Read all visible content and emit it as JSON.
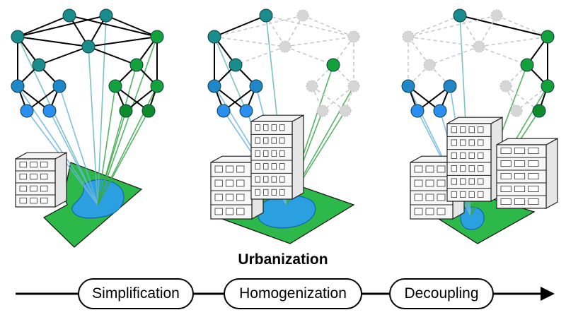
{
  "caption": "Urbanization",
  "stages": [
    {
      "label": "Simplification"
    },
    {
      "label": "Homogenization"
    },
    {
      "label": "Decoupling"
    }
  ],
  "colors": {
    "teal": "#1a8c8c",
    "blue_mid": "#1f86c8",
    "blue_bright": "#2a8ff0",
    "green_mid": "#12a13a",
    "green_dark": "#0e8c2c",
    "lost": "#c8c8c8",
    "green_space": "#2db84a",
    "water": "#2aa0e0",
    "link_blue": "#6ab4e0",
    "link_green": "#3aa84a",
    "link_teal": "#66b8b8",
    "line": "#000000"
  },
  "icons": [
    "food-web-node",
    "lost-species-node",
    "building-icon",
    "green-space-icon",
    "pond-icon",
    "arrow-right-icon"
  ]
}
